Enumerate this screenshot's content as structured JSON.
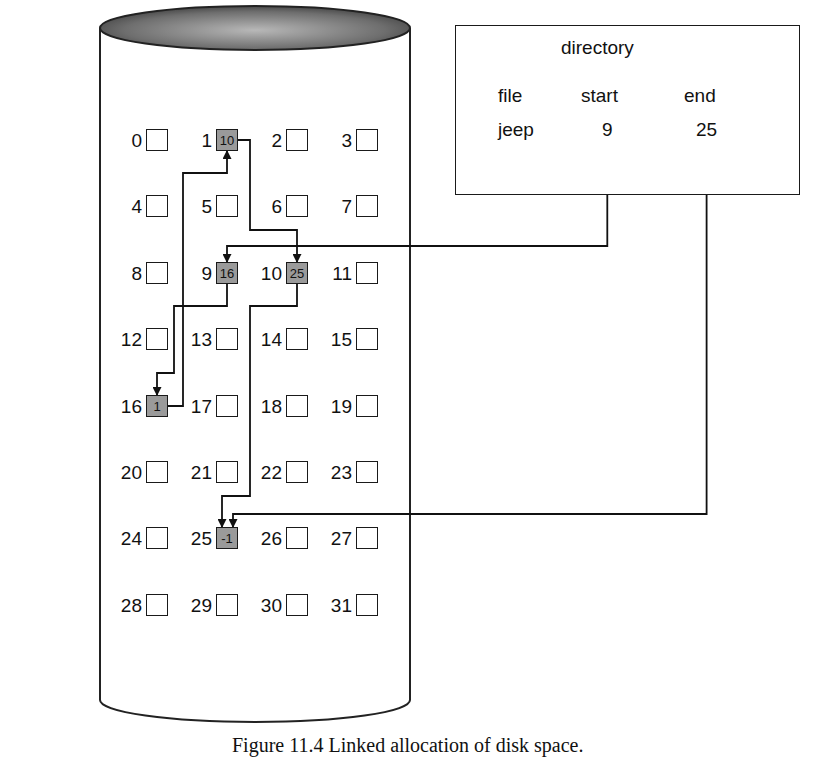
{
  "diagram": {
    "caption": "Figure 11.4 Linked allocation of disk space.",
    "nodes": [
      {
        "text": [
          "0"
        ]
      },
      {
        "text": [
          "1",
          "10"
        ]
      },
      {
        "text": [
          "2"
        ]
      },
      {
        "text": [
          "3"
        ]
      },
      {
        "text": [
          "4"
        ]
      },
      {
        "text": [
          "5"
        ]
      },
      {
        "text": [
          "6"
        ]
      },
      {
        "text": [
          "7"
        ]
      },
      {
        "text": [
          "8"
        ]
      },
      {
        "text": [
          "9",
          "16"
        ]
      },
      {
        "text": [
          "10",
          "25"
        ]
      },
      {
        "text": [
          "11"
        ]
      },
      {
        "text": [
          "12"
        ]
      },
      {
        "text": [
          "13"
        ]
      },
      {
        "text": [
          "14"
        ]
      },
      {
        "text": [
          "15"
        ]
      },
      {
        "text": [
          "16",
          "1"
        ]
      },
      {
        "text": [
          "17"
        ]
      },
      {
        "text": [
          "18"
        ]
      },
      {
        "text": [
          "19"
        ]
      },
      {
        "text": [
          "20"
        ]
      },
      {
        "text": [
          "21"
        ]
      },
      {
        "text": [
          "22"
        ]
      },
      {
        "text": [
          "23"
        ]
      },
      {
        "text": [
          "24"
        ]
      },
      {
        "text": [
          "25",
          "-1"
        ]
      },
      {
        "text": [
          "26"
        ]
      },
      {
        "text": [
          "27"
        ]
      },
      {
        "text": [
          "28"
        ]
      },
      {
        "text": [
          "29"
        ]
      },
      {
        "text": [
          "30"
        ]
      },
      {
        "text": [
          "31"
        ]
      },
      {
        "text": [
          "directory",
          "file",
          "start",
          "end",
          "jeep",
          "9",
          "25"
        ]
      }
    ],
    "edges": [
      {
        "from": 32,
        "to": 9,
        "arrow": "to"
      },
      {
        "from": 32,
        "to": 25,
        "arrow": "to"
      },
      {
        "from": 9,
        "to": 16,
        "arrow": "to"
      },
      {
        "from": 16,
        "to": 1,
        "arrow": "to"
      },
      {
        "from": 1,
        "to": 10,
        "arrow": "to"
      },
      {
        "from": 10,
        "to": 25,
        "arrow": "to"
      }
    ]
  }
}
